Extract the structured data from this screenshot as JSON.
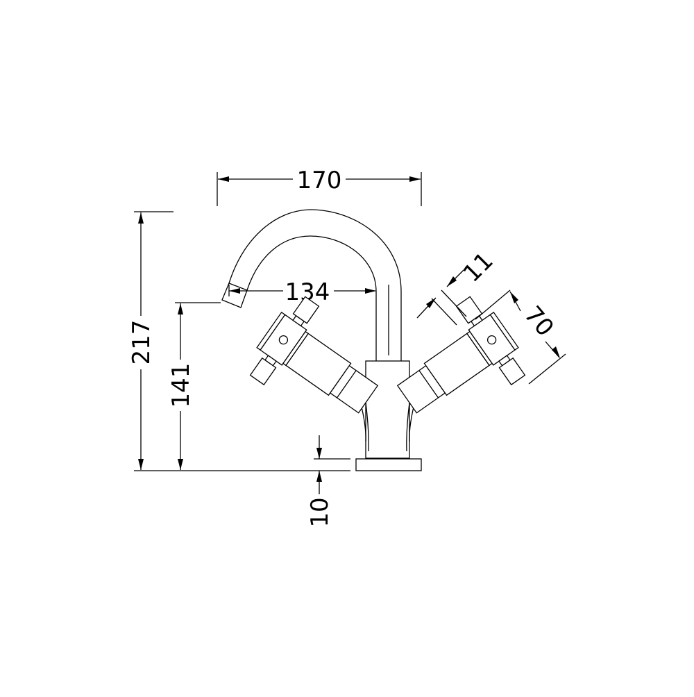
{
  "drawing": {
    "subject": "Mono basin mixer tap - side elevation",
    "line_color": "#000000",
    "background_color": "#ffffff"
  },
  "dimensions": {
    "overall_width": {
      "value": "170",
      "orientation": "horizontal"
    },
    "spout_reach": {
      "value": "134",
      "orientation": "horizontal"
    },
    "overall_height": {
      "value": "217",
      "orientation": "vertical"
    },
    "spout_height": {
      "value": "141",
      "orientation": "vertical"
    },
    "base_thickness": {
      "value": "10",
      "orientation": "vertical"
    },
    "handle_lever_width": {
      "value": "11",
      "orientation": "angled"
    },
    "handle_length": {
      "value": "70",
      "orientation": "angled"
    }
  }
}
